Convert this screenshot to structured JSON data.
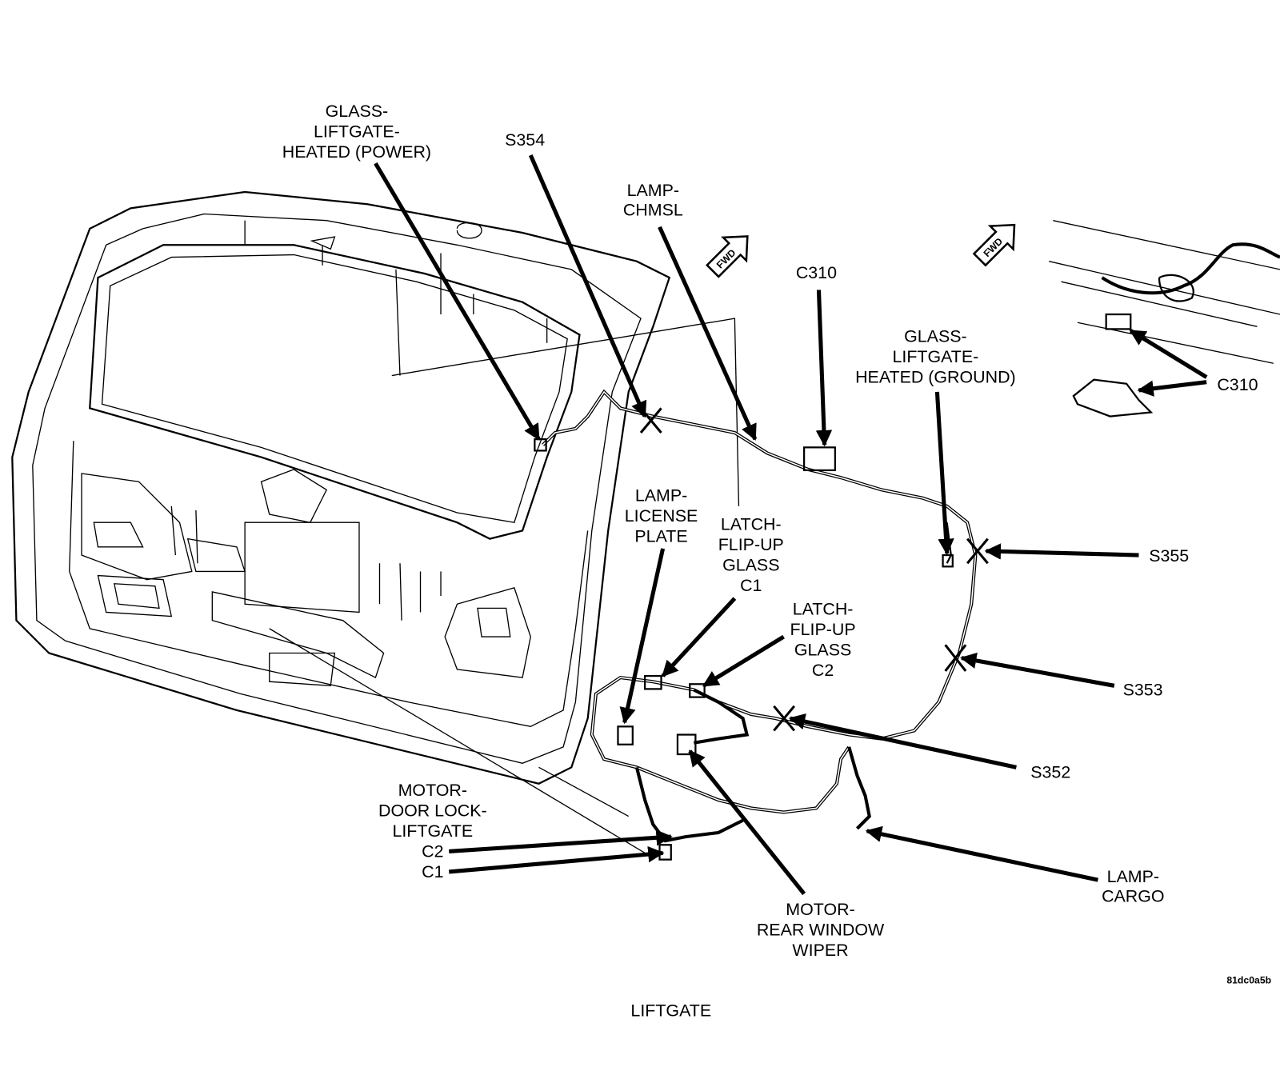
{
  "caption": "LIFTGATE",
  "figure_id": "81dc0a5b",
  "fwd_label": "FWD",
  "callouts": {
    "glass_power": [
      "GLASS-",
      "LIFTGATE-",
      "HEATED (POWER)"
    ],
    "s354": "S354",
    "lamp_chmsl": [
      "LAMP-",
      "CHMSL"
    ],
    "c310": "C310",
    "glass_ground": [
      "GLASS-",
      "LIFTGATE-",
      "HEATED (GROUND)"
    ],
    "c310_detail": "C310",
    "lamp_license": [
      "LAMP-",
      "LICENSE",
      "PLATE"
    ],
    "latch_c1": [
      "LATCH-",
      "FLIP-UP",
      "GLASS",
      "C1"
    ],
    "latch_c2": [
      "LATCH-",
      "FLIP-UP",
      "GLASS",
      "C2"
    ],
    "s355": "S355",
    "s353": "S353",
    "s352": "S352",
    "motor_door_lock": [
      "MOTOR-",
      "DOOR LOCK-",
      "LIFTGATE",
      "C2",
      "C1"
    ],
    "motor_wiper": [
      "MOTOR-",
      "REAR WINDOW",
      "WIPER"
    ],
    "lamp_cargo": [
      "LAMP-",
      "CARGO"
    ]
  }
}
